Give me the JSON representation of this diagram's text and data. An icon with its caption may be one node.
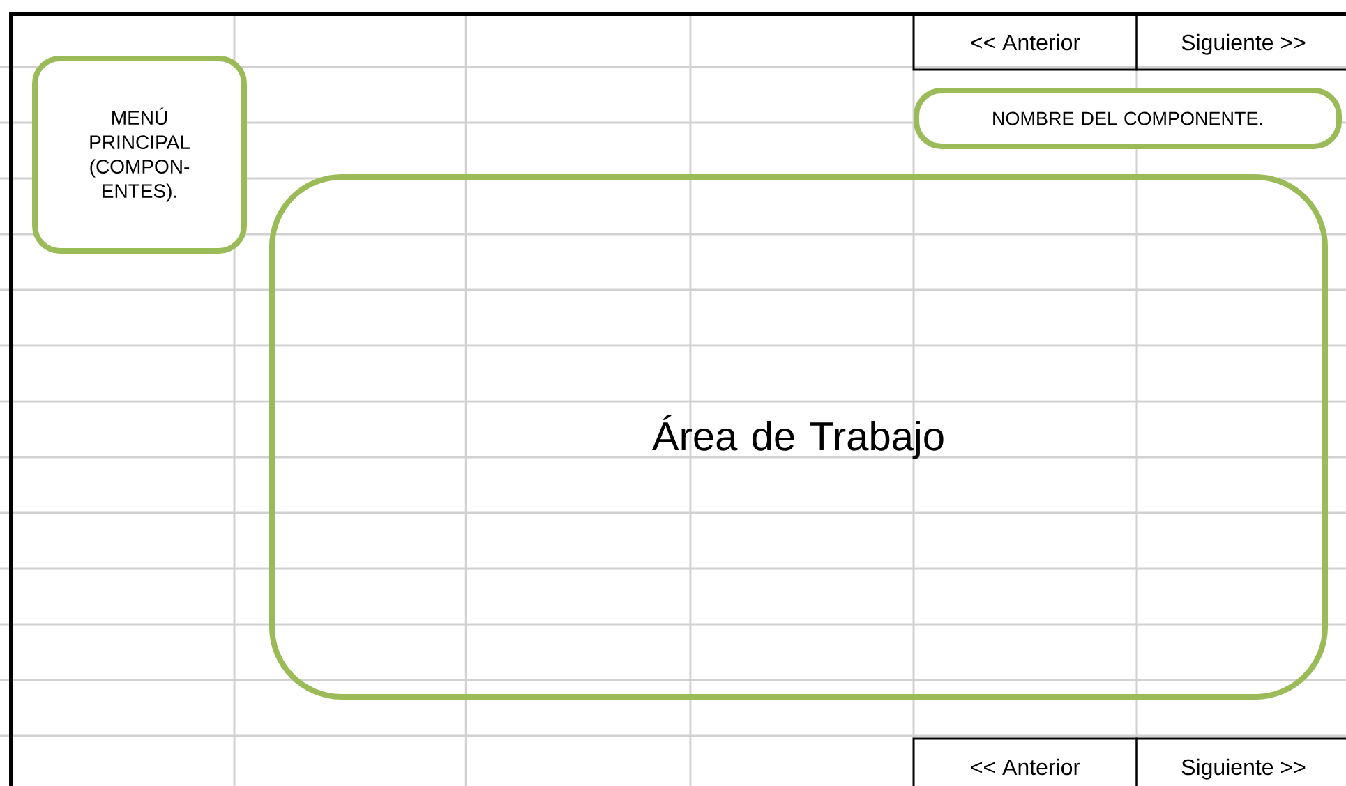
{
  "diagram": {
    "nodes": [
      {
        "text": [
          "<< Anterior"
        ]
      },
      {
        "text": [
          "Siguiente >>"
        ]
      },
      {
        "text": [
          "MENÚ PRINCIPAL (COMPON- ENTES)."
        ]
      },
      {
        "text": [
          "NOMBRE DEL COMPONENTE."
        ]
      },
      {
        "text": [
          "Área de Trabajo"
        ]
      },
      {
        "text": [
          "<< Anterior"
        ]
      },
      {
        "text": [
          "Siguiente >>"
        ]
      }
    ]
  }
}
